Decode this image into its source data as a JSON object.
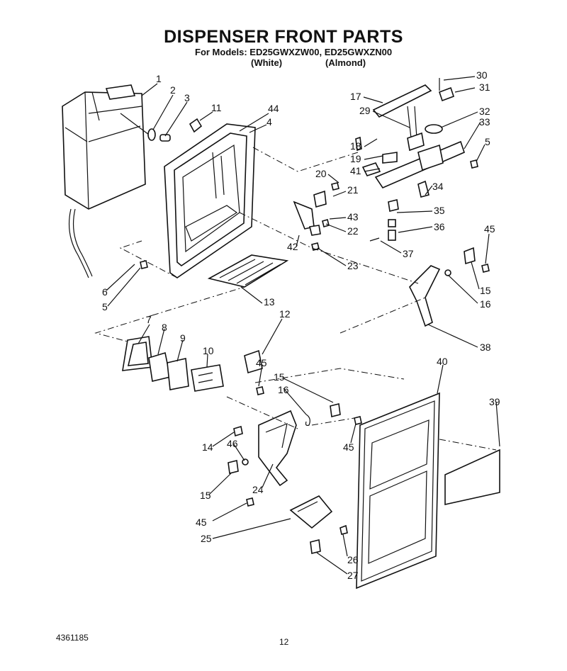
{
  "header": {
    "title": "DISPENSER FRONT PARTS",
    "models_line": "For Models: ED25GWXZW00, ED25GWXZN00",
    "color_white": "(White)",
    "color_almond": "(Almond)"
  },
  "footer": {
    "part_number": "4361185",
    "page_number": "12"
  },
  "callouts": [
    "1",
    "2",
    "3",
    "11",
    "44",
    "4",
    "30",
    "31",
    "17",
    "29",
    "32",
    "33",
    "18",
    "19",
    "41",
    "5",
    "20",
    "21",
    "43",
    "22",
    "42",
    "23",
    "34",
    "35",
    "36",
    "37",
    "45",
    "15",
    "16",
    "38",
    "13",
    "12",
    "7",
    "8",
    "9",
    "10",
    "45",
    "15",
    "16",
    "40",
    "39",
    "14",
    "46",
    "45",
    "15",
    "24",
    "45",
    "25",
    "26",
    "27",
    "6",
    "5"
  ]
}
